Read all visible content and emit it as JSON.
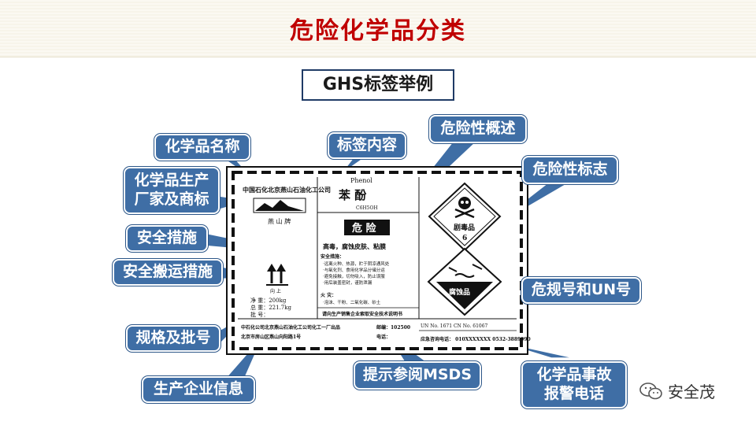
{
  "title": "危险化学品分类",
  "subtitle": "GHS标签举例",
  "callouts": {
    "chem_name": "化学品名称",
    "label_content": "标签内容",
    "hazard_overview": "危险性概述",
    "hazard_sign": "危险性标志",
    "manufacturer_l1": "化学品生产",
    "manufacturer_l2": "厂家及商标",
    "safety_measures": "安全措施",
    "handling_measures": "安全搬运措施",
    "spec_batch": "规格及批号",
    "un_number": "危规号和UN号",
    "company_info": "生产企业信息",
    "msds": "提示参阅MSDS",
    "emergency_l1": "化学品事故",
    "emergency_l2": "报警电话"
  },
  "label": {
    "company": "中国石化北京燕山石油化工公司",
    "brand": "燕 山 牌",
    "name_en": "Phenol",
    "name_cn": "苯   酚",
    "formula": "C6H5OH",
    "signal_word": "危 险",
    "hazard_statement": "高毒，腐蚀皮肤、粘膜",
    "safety_heading": "安全措施：",
    "safety_lines": [
      "·远离火种、热源，贮于阴凉通风处",
      "·与氧化剂、食用化学品分储分运",
      "·避免接触，切勿吸入，防止误服",
      "·用后装盖密封，谨防泄漏"
    ],
    "first_aid_heading": "火 灾：",
    "first_aid_line": "·泡沫、干粉、二氧化碳、砂土",
    "msds_notice": "请向生产销售企业索取安全技术说明书",
    "arrow_label": "向 上",
    "net_weight": "净    重：200kg",
    "gross_weight": "总    重：221.7kg",
    "batch": "批    号：",
    "address_l1": "中石化公司北京燕山石油化工公司化工一厂出品",
    "address_l2": "北京市房山区燕山向阳路1号",
    "postcode": "邮编：102500",
    "phone_label": "电话：",
    "pictogram_toxic": "剧毒品",
    "toxic_class": "6",
    "pictogram_corrosive": "腐蚀品",
    "un_line": "UN No.      1671    CN No.      61067",
    "emergency_line": "应急咨询电话：   010XXXXXXX     0532-3889090"
  },
  "watermark": "安全茂",
  "colors": {
    "title": "#c00000",
    "callout": "#3f6ea5",
    "border": "#1f3b66"
  }
}
